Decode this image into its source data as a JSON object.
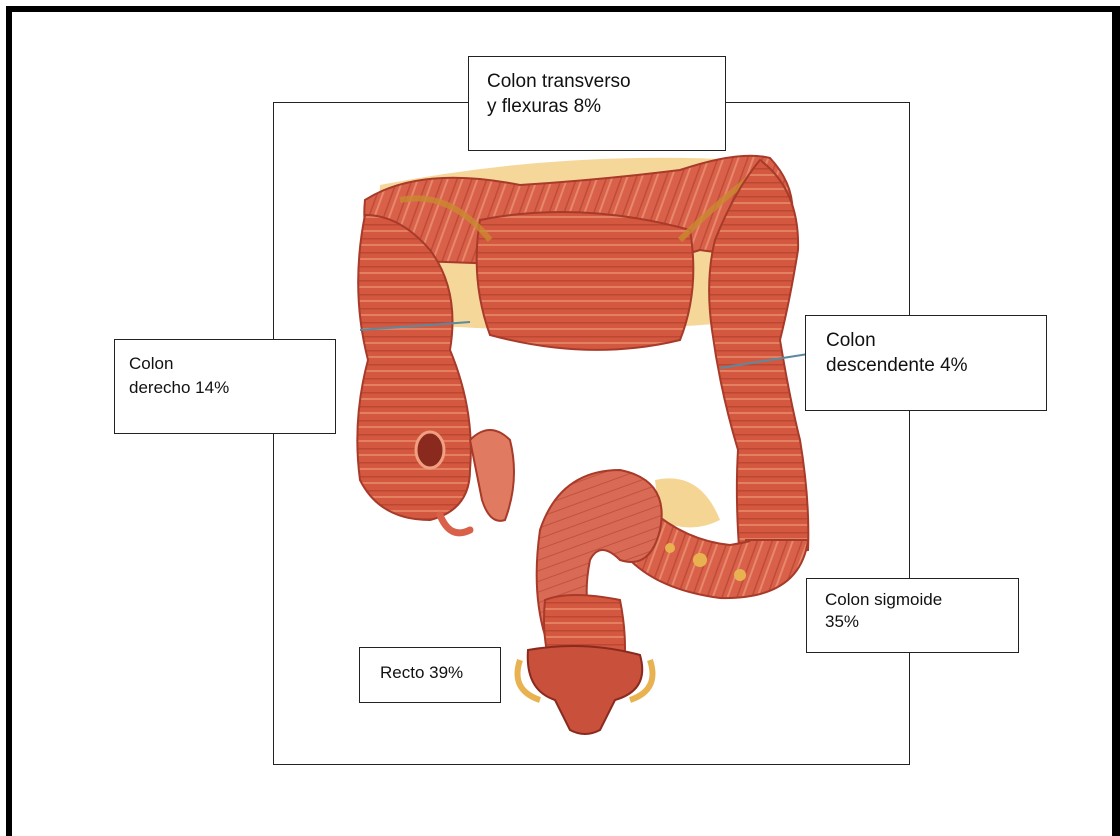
{
  "labels": {
    "transverso": {
      "line1": "Colon transverso",
      "line2": "y flexuras 8%"
    },
    "derecho": {
      "line1": "Colon",
      "line2": "derecho 14%"
    },
    "descendente": {
      "line1": "Colon",
      "line2": "descendente 4%"
    },
    "sigmoide": {
      "line1": "Colon sigmoide",
      "line2": "35%"
    },
    "recto": {
      "line1": "Recto 39%"
    }
  },
  "colors": {
    "tissue": "#d9614a",
    "tissue_dark": "#a83a2a",
    "tissue_light": "#f0a080",
    "fat": "#e8b250",
    "fat_light": "#f4d088"
  }
}
